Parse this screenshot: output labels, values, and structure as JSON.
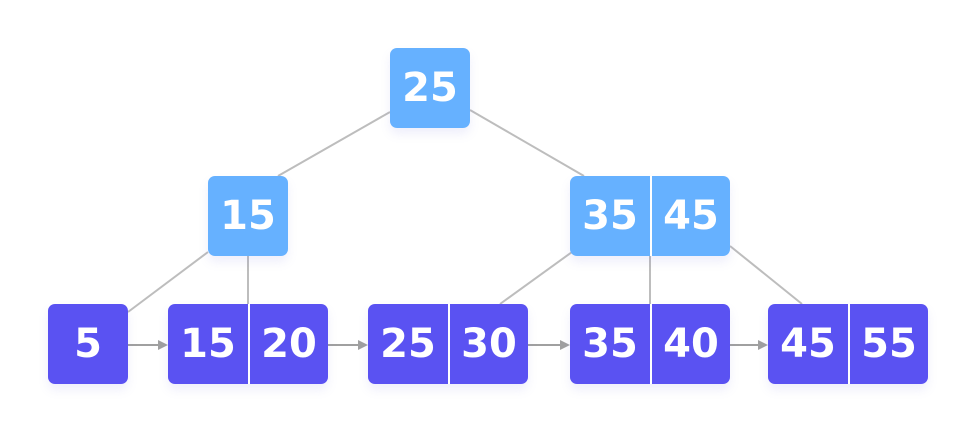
{
  "colors": {
    "internal": "#66b1ff",
    "leaf": "#5a52f2",
    "edge": "#bdbdbd",
    "arrow": "#a0a0a0"
  },
  "root": {
    "keys": [
      "25"
    ]
  },
  "internal_nodes": [
    {
      "keys": [
        "15"
      ]
    },
    {
      "keys": [
        "35",
        "45"
      ]
    }
  ],
  "leaves": [
    {
      "keys": [
        "5"
      ]
    },
    {
      "keys": [
        "15",
        "20"
      ]
    },
    {
      "keys": [
        "25",
        "30"
      ]
    },
    {
      "keys": [
        "35",
        "40"
      ]
    },
    {
      "keys": [
        "45",
        "55"
      ]
    }
  ]
}
